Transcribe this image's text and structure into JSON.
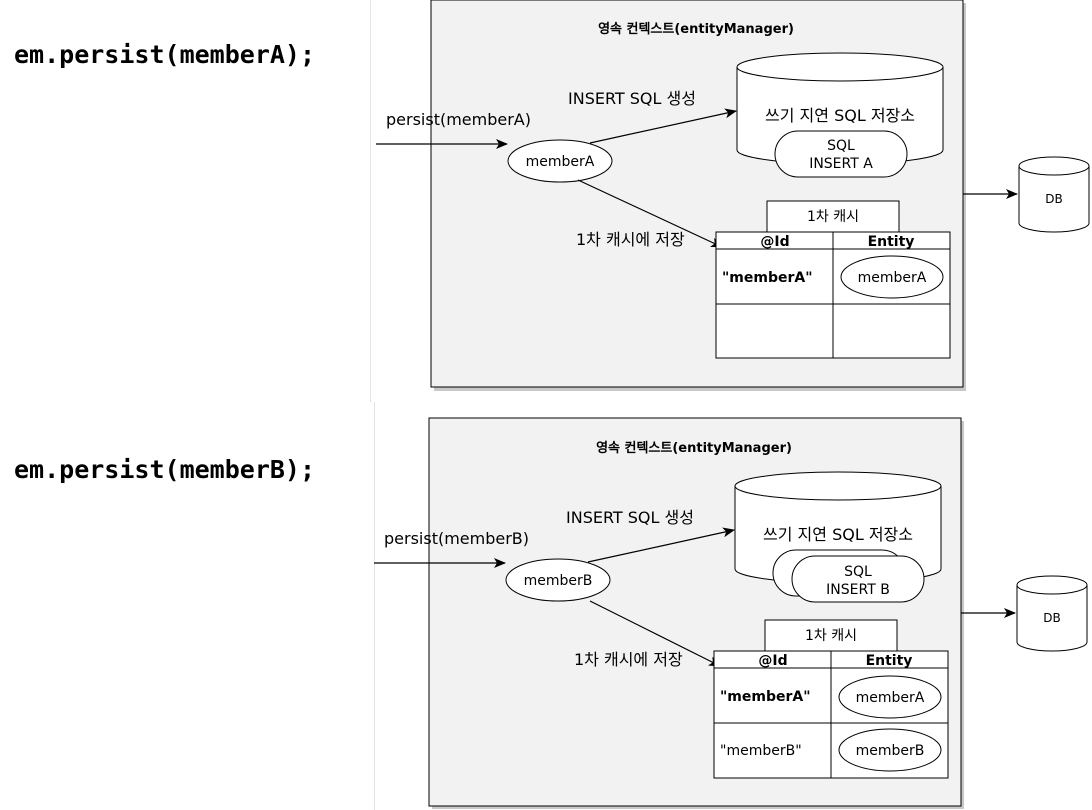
{
  "panel_a": {
    "code": "em.persist(memberA);",
    "context_title": "영속 컨텍스트(entityManager)",
    "call_label": "persist(memberA)",
    "entity_label": "memberA",
    "sql_label": "INSERT SQL 생성",
    "store_label": "쓰기 지연 SQL 저장소",
    "sql_item_line1": "SQL",
    "sql_item_line2": "INSERT A",
    "cache_save_label": "1차 캐시에 저장",
    "cache_title": "1차 캐시",
    "col_id": "@Id",
    "col_entity": "Entity",
    "rows": [
      {
        "id": "\"memberA\"",
        "entity": "memberA"
      }
    ],
    "db_label": "DB"
  },
  "panel_b": {
    "code": "em.persist(memberB);",
    "context_title": "영속 컨텍스트(entityManager)",
    "call_label": "persist(memberB)",
    "entity_label": "memberB",
    "sql_label": "INSERT SQL 생성",
    "store_label": "쓰기 지연 SQL 저장소",
    "sql_item_line1": "SQL",
    "sql_item_line2": "INSERT B",
    "cache_save_label": "1차 캐시에 저장",
    "cache_title": "1차 캐시",
    "col_id": "@Id",
    "col_entity": "Entity",
    "rows": [
      {
        "id": "\"memberA\"",
        "entity": "memberA"
      },
      {
        "id": "\"memberB\"",
        "entity": "memberB"
      }
    ],
    "db_label": "DB"
  }
}
